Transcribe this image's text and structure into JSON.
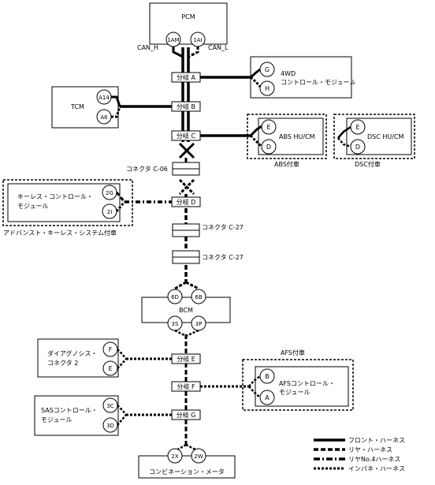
{
  "modules": {
    "pcm": "PCM",
    "fourwd": "4WD",
    "fourwd_sub": "コントロール・モジュール",
    "tcm": "TCM",
    "abs": "ABS HU/CM",
    "abs_group": "ABS付車",
    "dsc": "DSC HU/CM",
    "dsc_group": "DSC付車",
    "keyless_1": "キーレス・コントロール・",
    "keyless_2": "モジュール",
    "keyless_group": "アドバンスト・キーレス・システム付車",
    "bcm": "BCM",
    "diag_1": "ダイアグノシス・",
    "diag_2": "コネクタ 2",
    "afs_1": "AFSコントロール・",
    "afs_2": "モジュール",
    "afs_group": "AFS付車",
    "sas_1": "SASコントロール・",
    "sas_2": "モジュール",
    "meter": "コンビネーション・メータ"
  },
  "can_labels": {
    "high": "CAN_H",
    "low": "CAN_L"
  },
  "junctions": {
    "a": "分岐 A",
    "b": "分岐 B",
    "c": "分岐 C",
    "d": "分岐 D",
    "e": "分岐 E",
    "f": "分岐 F",
    "g": "分岐 G"
  },
  "connectors": {
    "c06": "コネクタ C-06",
    "c27a": "コネクタ C-27",
    "c27b": "コネクタ C-27"
  },
  "pins": {
    "pcm_h": "1AM",
    "pcm_l": "1AI",
    "fourwd_g": "G",
    "fourwd_h": "H",
    "tcm_a14": "A14",
    "tcm_a6": "A6",
    "abs_e": "E",
    "abs_d": "D",
    "dsc_e": "E",
    "dsc_d": "D",
    "key_2g": "2G",
    "key_2i": "2I",
    "bcm_6d": "6D",
    "bcm_6b": "6B",
    "bcm_3s": "3S",
    "bcm_3p": "3P",
    "diag_f": "F",
    "diag_e": "E",
    "afs_b": "B",
    "afs_a": "A",
    "sas_3c": "3C",
    "sas_3d": "3D",
    "meter_2x": "2X",
    "meter_2w": "2W"
  },
  "legend": [
    "フロント・ハーネス",
    "リヤ・ハーネス",
    "リヤNo.4ハーネス",
    "インパネ・ハーネス"
  ]
}
